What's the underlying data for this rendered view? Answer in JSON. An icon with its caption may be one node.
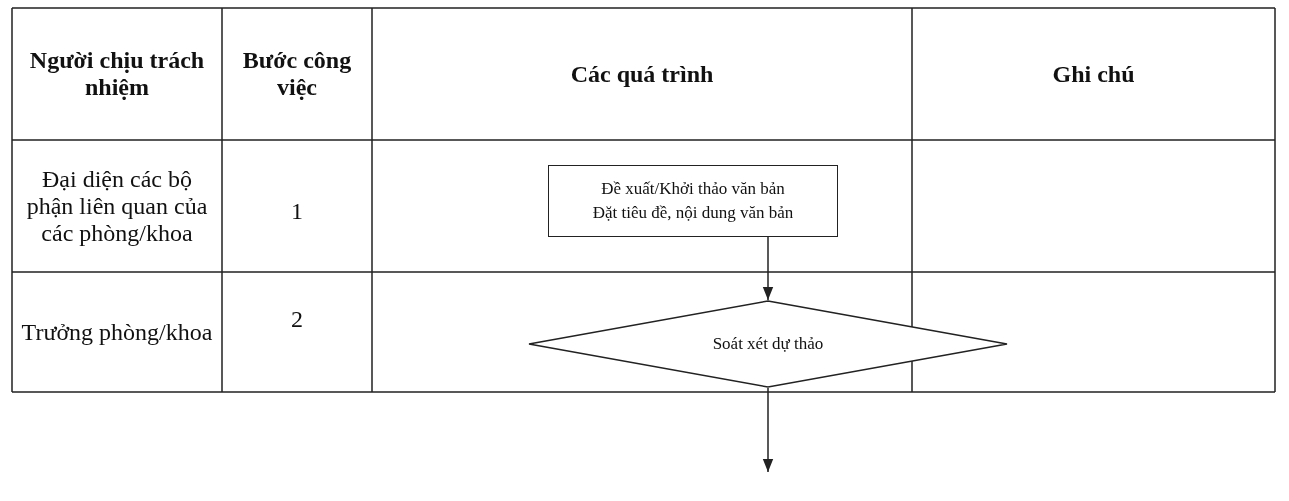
{
  "diagram": {
    "nodes": [
      {
        "text": [
          "Đề xuất/Khởi thảo văn bản Đặt tiêu đề, nội dung văn bản"
        ]
      },
      {
        "text": [
          "Soát xét dự thảo"
        ]
      }
    ],
    "edges": [
      {
        "from": 0,
        "to": 1,
        "arrow": "to"
      },
      {
        "from": 1,
        "to": null,
        "arrow": "to"
      }
    ],
    "labels": [
      "Người chịu trách nhiệm",
      "Bước công việc",
      "Các quá trình",
      "Ghi chú",
      "Đại diện các bộ phận liên quan của các phòng/khoa",
      "1",
      "Trưởng phòng/khoa",
      "2"
    ]
  }
}
